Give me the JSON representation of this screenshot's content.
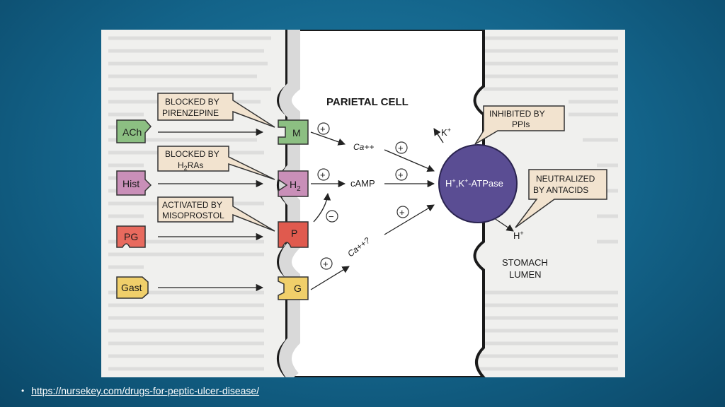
{
  "diagram": {
    "cell_title": "PARIETAL CELL",
    "callouts": {
      "pirenzepine": [
        "BLOCKED BY",
        "PIRENZEPINE"
      ],
      "h2ras_line1": "BLOCKED BY",
      "h2ras_line2_prefix": "H",
      "h2ras_line2_sub": "2",
      "h2ras_line2_suffix": "RAs",
      "misoprostol": [
        "ACTIVATED BY",
        "MISOPROSTOL"
      ],
      "ppis": [
        "INHIBITED BY",
        "PPIs"
      ],
      "antacids": [
        "NEUTRALIZED",
        "BY ANTACIDS"
      ]
    },
    "ligands": {
      "ach": "ACh",
      "hist": "Hist",
      "pg": "PG",
      "gast": "Gast"
    },
    "receptors": {
      "m": "M",
      "h2_main": "H",
      "h2_sub": "2",
      "p": "P",
      "g": "G"
    },
    "messengers": {
      "ca": "Ca++",
      "camp": "cAMP",
      "ca_question": "Ca++?"
    },
    "signs": {
      "plus": "+",
      "minus": "−"
    },
    "pump": {
      "label_main": "H",
      "label_sup1": "+",
      "label_mid": ",K",
      "label_sup2": "+",
      "label_end": "-ATPase"
    },
    "ions": {
      "k_main": "K",
      "k_sup": "+",
      "h_main": "H",
      "h_sup": "+"
    },
    "lumen": [
      "STOMACH",
      "LUMEN"
    ],
    "colors": {
      "ach": "#8cbf82",
      "hist": "#c98fb8",
      "pg": "#e86a5e",
      "gast": "#f0cf6a",
      "m": "#8cbf82",
      "h2": "#c98fb8",
      "p": "#e05a4e",
      "g": "#f0cf6a",
      "pump": "#5a4d93",
      "callout": "#f2e3cf",
      "membrane": "#d9d9d9"
    }
  },
  "footer": {
    "bullet": "•",
    "link": "https://nursekey.com/drugs-for-peptic-ulcer-disease/"
  }
}
